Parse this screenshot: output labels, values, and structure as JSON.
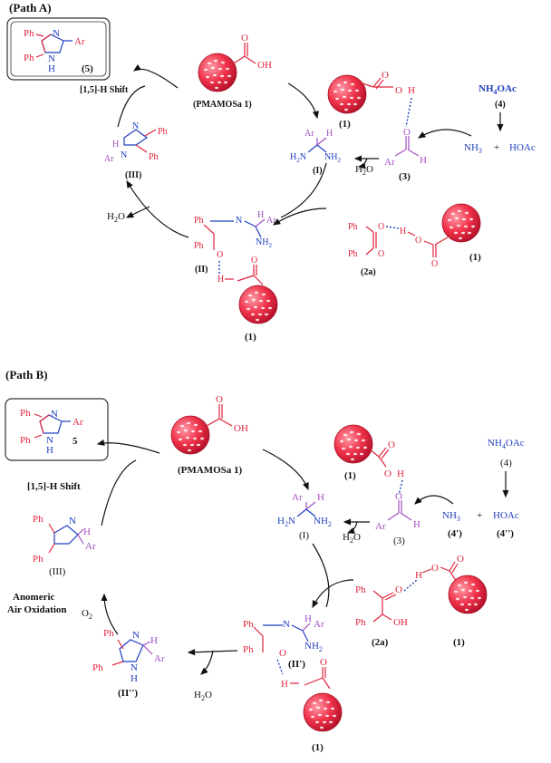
{
  "pathA": {
    "title": "(Path A)",
    "product": {
      "ph1": "Ph",
      "ph2": "Ph",
      "ar": "Ar",
      "n": "N",
      "nh": "N",
      "h": "H",
      "label": "(5)"
    },
    "shift": "[1,5]-H Shift",
    "catalyst": {
      "oh": "OH",
      "o": "O",
      "name": "(PMAMOSa 1)"
    },
    "cat1": {
      "label": "(1)",
      "o": "O",
      "h": "H"
    },
    "nh4": "NH4OAc",
    "nh4_sub": "4",
    "label4": "(4)",
    "nh3": "NH3",
    "plus": "+",
    "hoac": "HOAc",
    "aldehyde": {
      "ar": "Ar",
      "o": "O",
      "h": "H",
      "label": "(3)"
    },
    "diamine": {
      "ar": "Ar",
      "h": "H",
      "nh2a": "H2N",
      "nh2b": "NH2",
      "label": "(I)"
    },
    "water1": "H2O",
    "inter3": {
      "h": "H",
      "n1": "N",
      "n2": "N",
      "ar": "Ar",
      "ph1": "Ph",
      "ph2": "Ph",
      "label": "(III)"
    },
    "water2": "H2O",
    "inter2": {
      "ph1": "Ph",
      "ph2": "Ph",
      "n": "N",
      "h": "H",
      "ar": "Ar",
      "nh2": "NH2",
      "o": "O",
      "hh": "H",
      "label": "(II)"
    },
    "diketone": {
      "ph1": "Ph",
      "ph2": "Ph",
      "o1": "O",
      "o2": "O",
      "label": "(2a)"
    },
    "cat2": {
      "label": "(1)",
      "o1": "O",
      "h": "H",
      "o2": "O"
    },
    "cat3": {
      "label": "(1)",
      "o": "O"
    }
  },
  "pathB": {
    "title": "(Path B)",
    "product": {
      "ph1": "Ph",
      "ph2": "Ph",
      "ar": "Ar",
      "n": "N",
      "nh": "N",
      "h": "H",
      "label": "5"
    },
    "shift": "[1,5]-H Shift",
    "catalyst": {
      "oh": "OH",
      "o": "O",
      "name": "(PMAMOSa 1)"
    },
    "cat1": {
      "label": "(1)",
      "o": "O",
      "h": "H"
    },
    "nh4": "NH4OAc",
    "label4": "(4)",
    "nh3": "NH3",
    "plus": "+",
    "hoac": "HOAc",
    "label4p": "(4')",
    "label4pp": "(4'')",
    "aldehyde": {
      "ar": "Ar",
      "o": "O",
      "h": "H",
      "label": "(3)"
    },
    "diamine": {
      "ar": "Ar",
      "h": "H",
      "nh2a": "H2N",
      "nh2b": "NH2",
      "label": "(I)"
    },
    "water1": "H2O",
    "inter3": {
      "ph1": "Ph",
      "ph2": "Ph",
      "n": "N",
      "h": "H",
      "ar": "Ar",
      "label": "(III)"
    },
    "oxidation1": "Anomeric",
    "oxidation2": "Air Oxidation",
    "o2": "O2",
    "inter2pp": {
      "ph1": "Ph",
      "ph2": "Ph",
      "n": "N",
      "nh": "N",
      "h": "H",
      "hh": "H",
      "ar": "Ar",
      "label": "(II'')"
    },
    "water2": "H2O",
    "inter2p": {
      "ph1": "Ph",
      "ph2": "Ph",
      "n": "N",
      "h": "H",
      "ar": "Ar",
      "nh2": "NH2",
      "o": "O",
      "hh": "H",
      "label": "(II')"
    },
    "ketol": {
      "ph1": "Ph",
      "ph2": "Ph",
      "o": "O",
      "oh": "OH",
      "h": "H",
      "label": "(2a)"
    },
    "cat2": {
      "label": "(1)",
      "o1": "O",
      "o2": "O"
    },
    "cat3": {
      "label": "(1)",
      "o": "O"
    }
  }
}
